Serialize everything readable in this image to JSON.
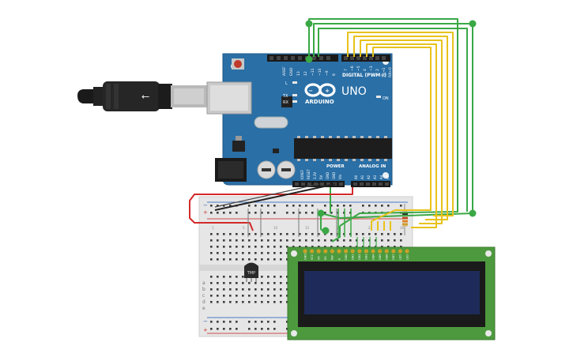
{
  "arduino": {
    "brand": "ARDUINO",
    "model": "UNO",
    "digital_label": "DIGITAL (PWM~)",
    "power_label": "POWER",
    "analog_label": "ANALOG IN",
    "led_l": "L",
    "led_tx": "TX",
    "led_rx": "RX",
    "led_on": "ON",
    "digital_pins": [
      "AREF",
      "GND",
      "13",
      "12",
      "~11",
      "~10",
      "~9",
      "8",
      "7",
      "~6",
      "~5",
      "4",
      "~3",
      "2",
      "TX→1",
      "RX←0"
    ],
    "power_pins": [
      "IOREF",
      "RESET",
      "3.3V",
      "5V",
      "GND",
      "GND",
      "Vin"
    ],
    "analog_pins": [
      "A0",
      "A1",
      "A2",
      "A3",
      "A4",
      "A5"
    ]
  },
  "breadboard": {
    "rail_plus": "+",
    "rail_minus": "−",
    "row_letters": [
      "a",
      "b",
      "c",
      "d",
      "e"
    ],
    "col_numbers": [
      "1",
      "5",
      "10",
      "15",
      "20",
      "25",
      "30"
    ]
  },
  "sensor": {
    "label": "TMP"
  },
  "lcd": {
    "pins": [
      "GND",
      "VCC",
      "V0",
      "RS",
      "RW",
      "E",
      "DB0",
      "DB1",
      "DB2",
      "DB3",
      "DB4",
      "DB5",
      "DB6",
      "DB7",
      "LED",
      "LED"
    ]
  },
  "colors": {
    "board": "#2a6fa6",
    "breadboard": "#e6e6e6",
    "lcd_pcb": "#4d9a3e",
    "lcd_screen": "#1e2b5a",
    "wire_green": "#3aa845",
    "wire_yellow": "#e8c21a",
    "wire_red": "#d32a2a",
    "wire_black": "#222222"
  }
}
